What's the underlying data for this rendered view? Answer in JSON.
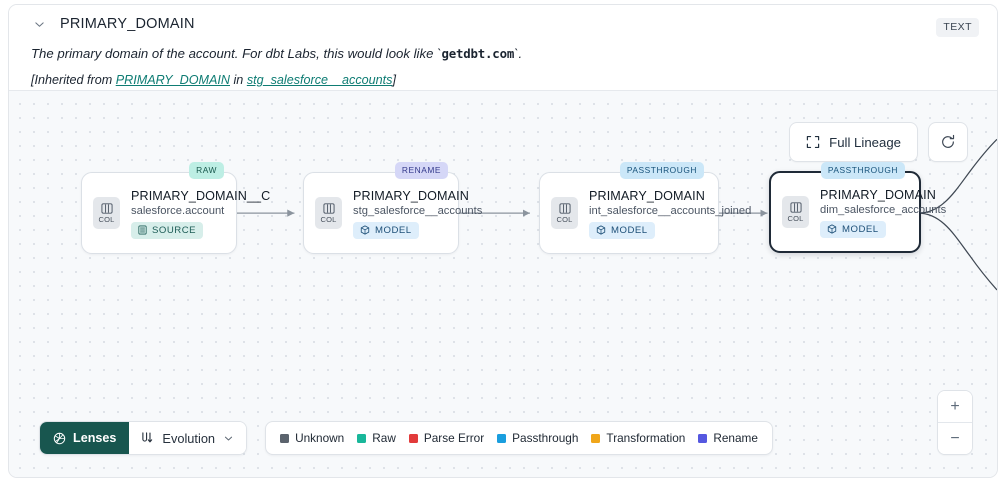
{
  "header": {
    "collapse_icon": "chevron-down-icon",
    "title": "PRIMARY_DOMAIN",
    "type_badge": "TEXT",
    "description_prefix": "The primary domain of the account. For dbt Labs, this would look like `",
    "description_code": "getdbt.com",
    "description_suffix": "`.",
    "inherited_prefix": "[Inherited from ",
    "inherited_link_1": "PRIMARY_DOMAIN",
    "inherited_middle": " in ",
    "inherited_link_2": "stg_salesforce__accounts",
    "inherited_suffix": "]",
    "link_color": "#0e7c73"
  },
  "canvas": {
    "full_lineage_label": "Full Lineage",
    "full_lineage_icon": "expand-corners-icon",
    "refresh_icon": "refresh-icon",
    "zoom_in_label": "+",
    "zoom_out_label": "−",
    "background": "#f7f9fb"
  },
  "lineage": {
    "col_chip_label": "COL",
    "nodes": [
      {
        "title": "PRIMARY_DOMAIN__C",
        "subtitle": "salesforce.account",
        "type_label": "SOURCE",
        "type_kind": "source",
        "type_icon": "database-icon",
        "lens_label": "RAW",
        "lens_kind": "raw",
        "selected": false
      },
      {
        "title": "PRIMARY_DOMAIN",
        "subtitle": "stg_salesforce__accounts",
        "type_label": "MODEL",
        "type_kind": "model",
        "type_icon": "cube-icon",
        "lens_label": "RENAME",
        "lens_kind": "rename",
        "selected": false
      },
      {
        "title": "PRIMARY_DOMAIN",
        "subtitle": "int_salesforce__accounts_joined",
        "type_label": "MODEL",
        "type_kind": "model",
        "type_icon": "cube-icon",
        "lens_label": "PASSTHROUGH",
        "lens_kind": "passthrough",
        "selected": false
      },
      {
        "title": "PRIMARY_DOMAIN",
        "subtitle": "dim_salesforce_accounts",
        "type_label": "MODEL",
        "type_kind": "model",
        "type_icon": "cube-icon",
        "lens_label": "PASSTHROUGH",
        "lens_kind": "passthrough",
        "selected": true
      }
    ]
  },
  "toolbar": {
    "lenses_label": "Lenses",
    "lenses_icon": "aperture-icon",
    "evolution_label": "Evolution",
    "evolution_icon": "evolution-flow-icon",
    "evolution_chevron": "chevron-down-icon"
  },
  "legend": {
    "items": [
      {
        "label": "Unknown",
        "color": "#5b636d"
      },
      {
        "label": "Raw",
        "color": "#19b79a"
      },
      {
        "label": "Parse Error",
        "color": "#e23b3b"
      },
      {
        "label": "Passthrough",
        "color": "#1a9ede"
      },
      {
        "label": "Transformation",
        "color": "#f0a61a"
      },
      {
        "label": "Rename",
        "color": "#5558e0"
      }
    ]
  }
}
